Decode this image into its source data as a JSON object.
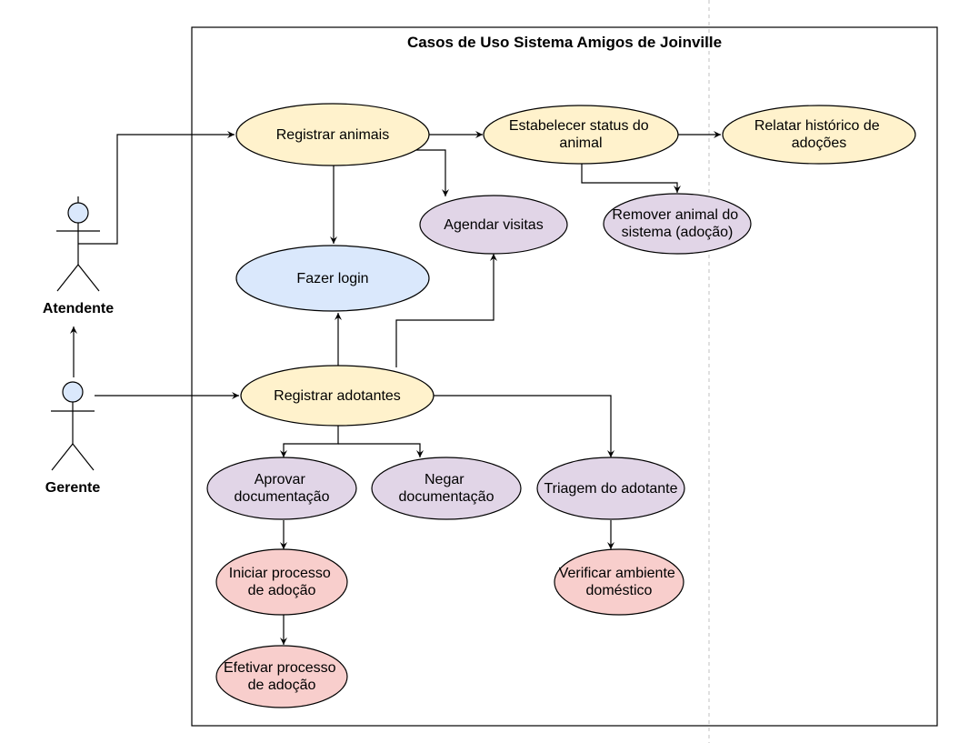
{
  "diagram": {
    "title": "Casos de Uso Sistema Amigos de Joinville",
    "colors": {
      "yellow": "#fff2cc",
      "purple": "#e1d5e7",
      "blue": "#dae8fc",
      "red": "#f8cecc",
      "actor": "#dae8fc",
      "stroke": "#000000"
    },
    "actors": {
      "atendente": "Atendente",
      "gerente": "Gerente"
    },
    "use_cases": {
      "registrar_animais": [
        "Registrar animais"
      ],
      "estabelecer_status": [
        "Estabelecer status do",
        "animal"
      ],
      "relatar_historico": [
        "Relatar histórico de",
        "adoções"
      ],
      "agendar_visitas": [
        "Agendar visitas"
      ],
      "remover_animal": [
        "Remover animal do",
        "sistema (adoção)"
      ],
      "fazer_login": [
        "Fazer login"
      ],
      "registrar_adotantes": [
        "Registrar adotantes"
      ],
      "aprovar_documentacao": [
        "Aprovar",
        "documentação"
      ],
      "negar_documentacao": [
        "Negar",
        "documentação"
      ],
      "triagem_adotante": [
        "Triagem do adotante"
      ],
      "iniciar_processo": [
        "Iniciar processo",
        "de adoção"
      ],
      "verificar_ambiente": [
        "Verificar ambiente",
        "doméstico"
      ],
      "efetivar_processo": [
        "Efetivar processo",
        "de adoção"
      ]
    }
  }
}
